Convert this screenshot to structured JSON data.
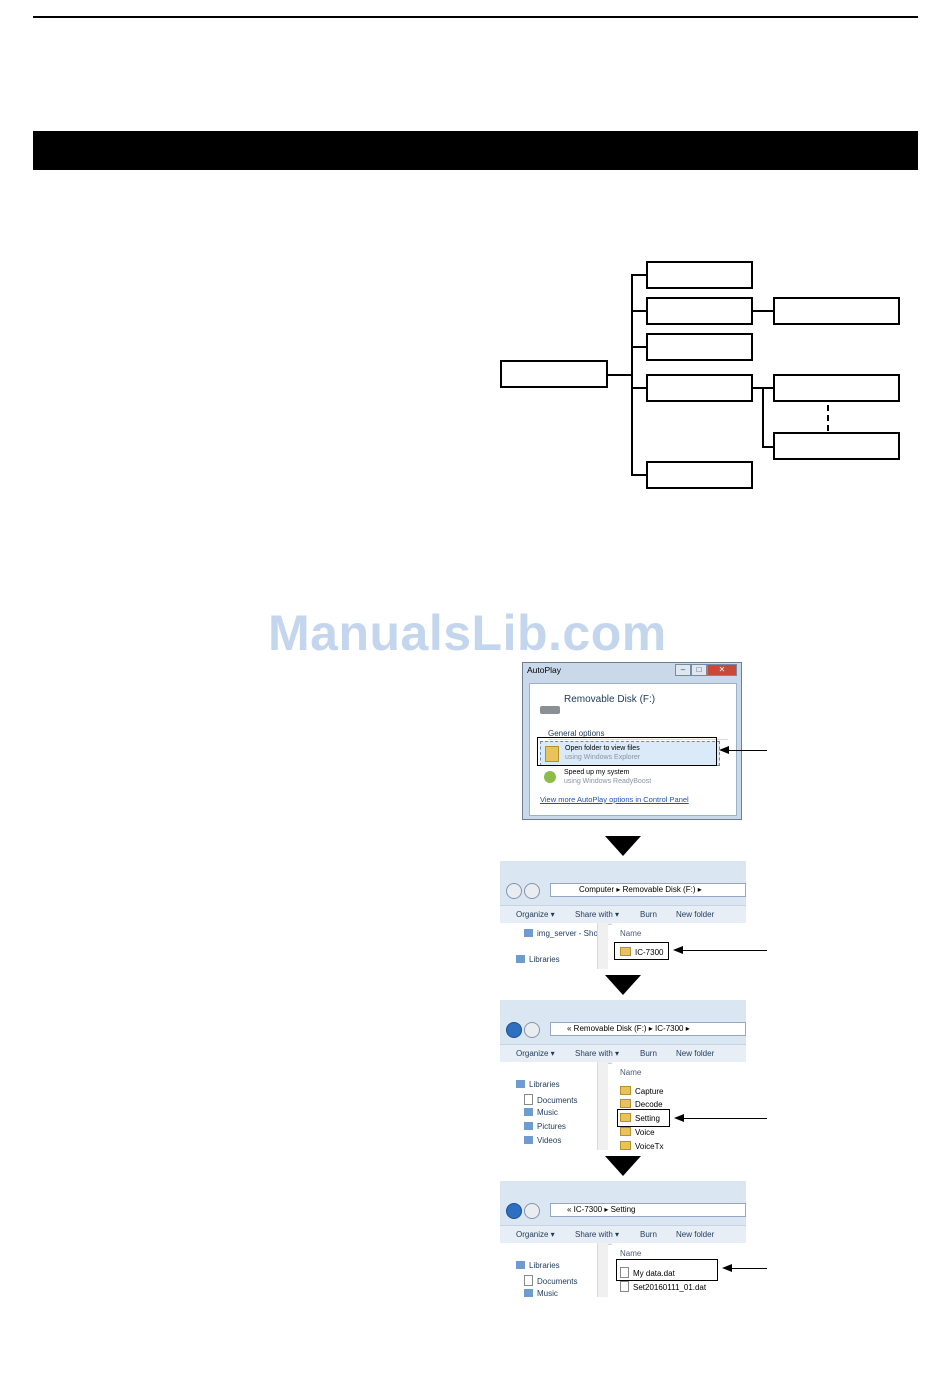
{
  "watermark": "ManualsLib.com",
  "autoplay": {
    "title": "AutoPlay",
    "device": "Removable Disk (F:)",
    "section": "General options",
    "option1_title": "Open folder to view files",
    "option1_sub": "using Windows Explorer",
    "option2_title": "Speed up my system",
    "option2_sub": "using Windows ReadyBoost",
    "link": "View more AutoPlay options in Control Panel"
  },
  "toolbar": {
    "organize": "Organize ▾",
    "share": "Share with ▾",
    "burn": "Burn",
    "new_folder": "New folder"
  },
  "explorer1": {
    "path": "Computer ▸ Removable Disk (F:) ▸",
    "nav_items": [
      "img_server - Shor",
      "Libraries"
    ],
    "column": "Name",
    "files": [
      "IC-7300"
    ]
  },
  "explorer2": {
    "path": "« Removable Disk (F:) ▸ IC-7300 ▸",
    "nav_items": [
      "Libraries",
      "Documents",
      "Music",
      "Pictures",
      "Videos"
    ],
    "column": "Name",
    "files": [
      "Capture",
      "Decode",
      "Setting",
      "Voice",
      "VoiceTx"
    ]
  },
  "explorer3": {
    "path": "« IC-7300 ▸ Setting",
    "nav_items": [
      "Libraries",
      "Documents",
      "Music"
    ],
    "column": "Name",
    "files": [
      "My data.dat",
      "Set20160111_01.dat"
    ]
  },
  "colors": {
    "watermark": "#c4d6ee",
    "window_frame": "#c9d9ea",
    "link": "#1a55b8"
  }
}
